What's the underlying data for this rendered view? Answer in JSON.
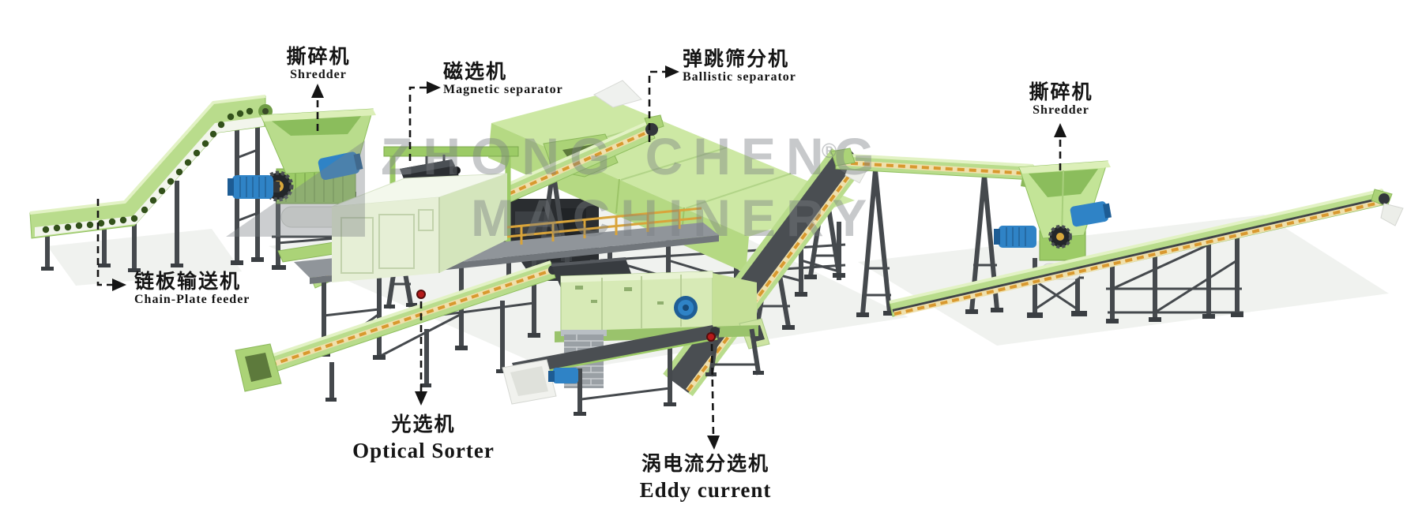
{
  "watermark": {
    "brand": "ZHONG CHENG",
    "registered": "®",
    "line2": "MACHINERY"
  },
  "labels": {
    "chain_plate_feeder": {
      "zh": "链板输送机",
      "en": "Chain-Plate feeder"
    },
    "shredder_left": {
      "zh": "撕碎机",
      "en": "Shredder"
    },
    "magnetic_separator": {
      "zh": "磁选机",
      "en": "Magnetic separator"
    },
    "ballistic_separator": {
      "zh": "弹跳筛分机",
      "en": "Ballistic separator"
    },
    "optical_sorter": {
      "zh": "光选机",
      "en": "Optical Sorter"
    },
    "eddy_current": {
      "zh": "涡电流分选机",
      "en": "Eddy current"
    },
    "shredder_right": {
      "zh": "撕碎机",
      "en": "Shredder"
    }
  },
  "colors": {
    "machine_green": "#b9dc8c",
    "machine_green_dark": "#9ccb66",
    "machine_green_pale": "#e6efd6",
    "frame_dark": "#45494d",
    "motor_blue": "#2f83c6",
    "stripe_yellow": "#d9992f",
    "belt_dark": "#4a4e52",
    "annotation_black": "#151515",
    "marker_red": "#b51a1a",
    "watermark_gray": "#7a7e83"
  }
}
